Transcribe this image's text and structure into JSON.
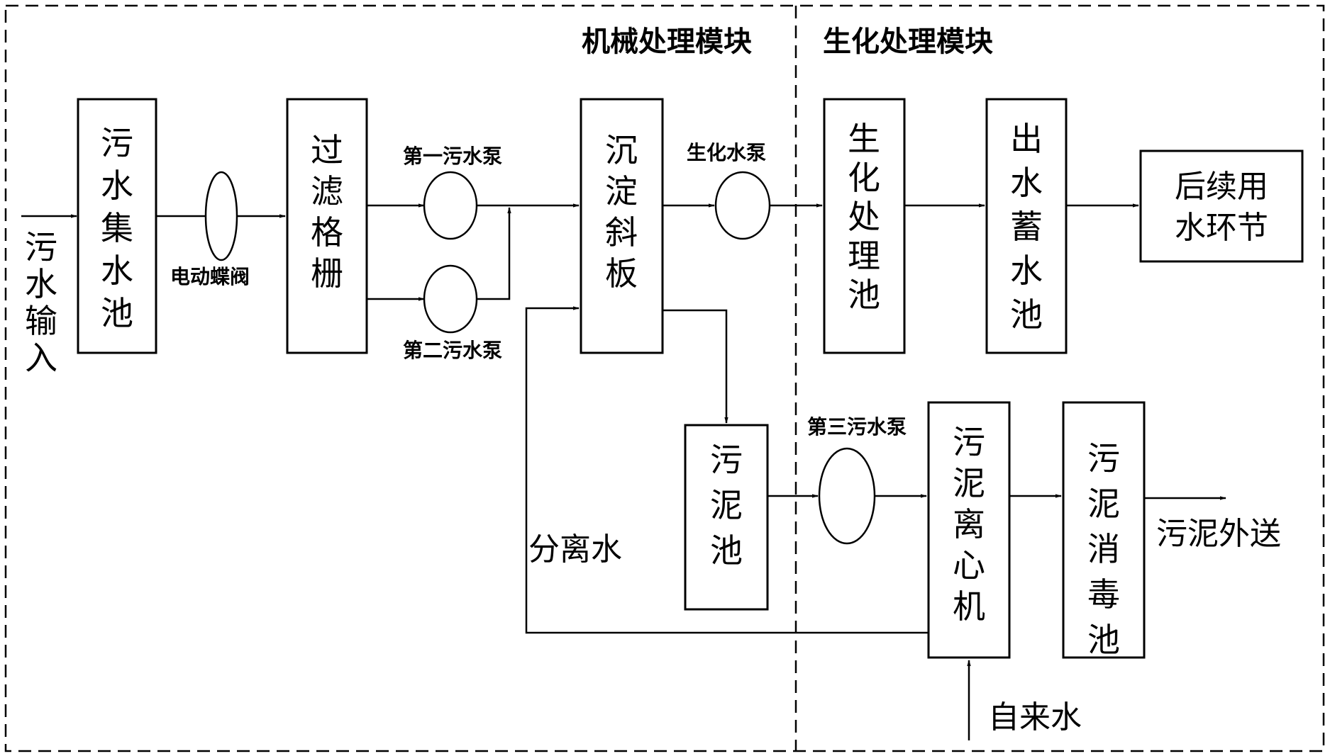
{
  "modules": {
    "mechanical_title": "机械处理模块",
    "biochemical_title": "生化处理模块"
  },
  "nodes": {
    "sewage_input": "污水输入",
    "sewage_collection_tank": "污水集水池",
    "filter_grille": "过滤格栅",
    "sedimentation_plate": "沉淀斜板",
    "biochemical_tank": "生化处理池",
    "outlet_storage_tank": "出水蓄水池",
    "subsequent_water_use": [
      "后续用",
      "水环节"
    ],
    "sludge_tank": "污泥池",
    "sludge_centrifuge": "污泥离心机",
    "sludge_disinfection_tank": "污泥消毒池"
  },
  "labels": {
    "electric_butterfly_valve": "电动蝶阀",
    "first_sewage_pump": "第一污水泵",
    "second_sewage_pump": "第二污水泵",
    "biochemical_pump": "生化水泵",
    "third_sewage_pump": "第三污水泵",
    "separated_water": "分离水",
    "sludge_out": "污泥外送",
    "tap_water": "自来水"
  }
}
